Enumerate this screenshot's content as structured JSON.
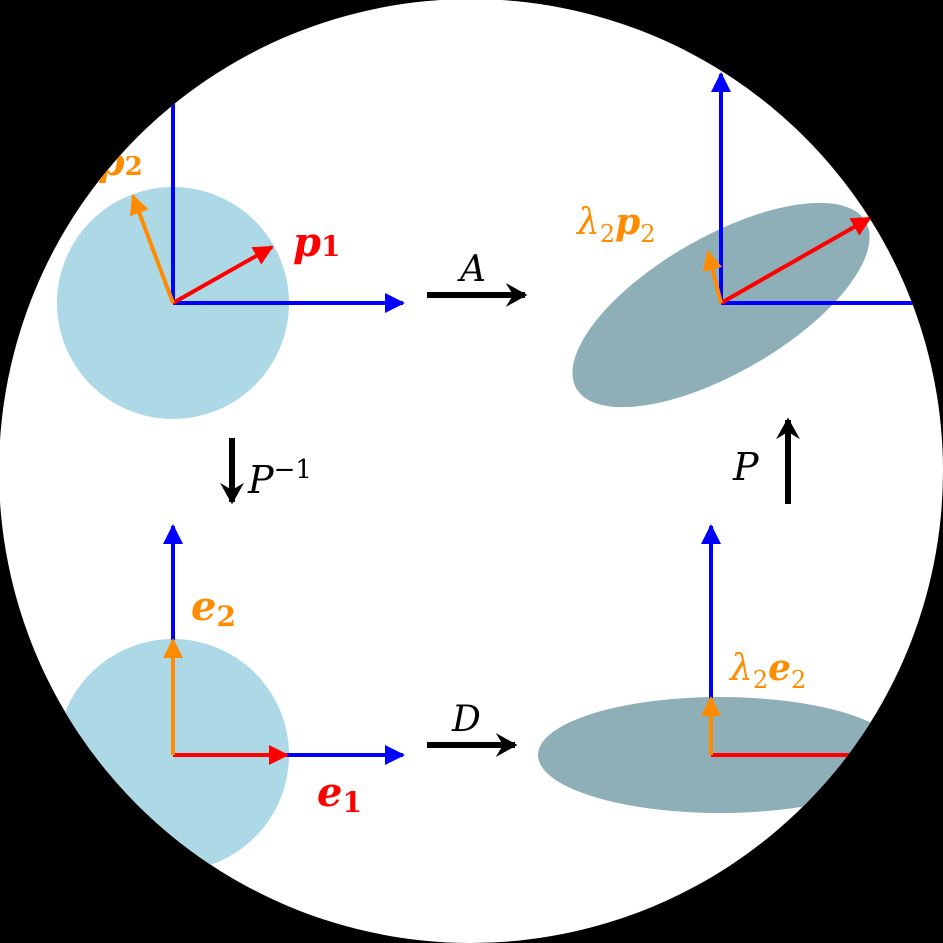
{
  "colors": {
    "background": "#000000",
    "canvas": "#ffffff",
    "unit_circle": "#add8e6",
    "ellipse": "#8eafb8",
    "axis": "#0000ff",
    "vector_1": "#ff0000",
    "vector_2": "#ff8c00",
    "map_arrow": "#000000"
  },
  "labels": {
    "p2": "p",
    "p2_sub": "2",
    "p1": "p",
    "p1_sub": "1",
    "A": "A",
    "lambda_p2": "λ",
    "lambda_p2_sub": "2",
    "lambda_p2_vec": "p",
    "lambda_p2_vec_sub": "2",
    "P_inv": "P",
    "P_inv_sup": "−1",
    "P": "P",
    "e2": "e",
    "e2_sub": "2",
    "e1": "e",
    "e1_sub": "1",
    "D": "D",
    "lambda_e2": "λ",
    "lambda_e2_sub": "2",
    "lambda_e2_vec": "e",
    "lambda_e2_vec_sub": "2"
  }
}
